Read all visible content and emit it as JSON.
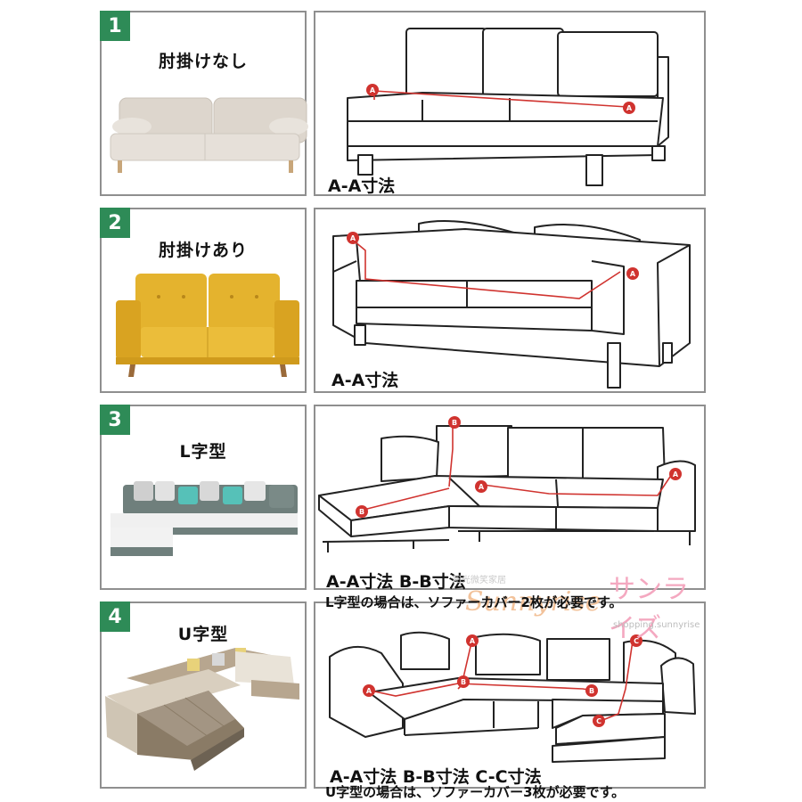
{
  "sections": [
    {
      "num": "1",
      "title": "肘掛けなし",
      "caption": "A-A寸法"
    },
    {
      "num": "2",
      "title": "肘掛けあり",
      "caption": "A-A寸法"
    },
    {
      "num": "3",
      "title": "L字型",
      "caption": "A-A寸法 B-B寸法",
      "note": "L字型の場合は、ソファーカバー2枚が必要です。"
    },
    {
      "num": "4",
      "title": "U字型",
      "caption": "A-A寸法 B-B寸法 C-C寸法",
      "note": "U字型の場合は、ソファーカバー3枚が必要です。"
    }
  ],
  "markers": {
    "a": "A",
    "b": "B",
    "c": "C"
  },
  "watermark": {
    "cn": "阳光微笑家居",
    "brand": "Sunnyrise",
    "jp": "サンライズ",
    "url": "shopping.sunnyrise"
  },
  "colors": {
    "badge": "#2e8b57",
    "marker": "#d0332f",
    "border": "#8f8f8f",
    "sofa_beige": "#e4ded6",
    "sofa_yellow": "#e4b32e",
    "sofa_gray": "#6f7f7c",
    "sofa_tan": "#b7a68f"
  }
}
